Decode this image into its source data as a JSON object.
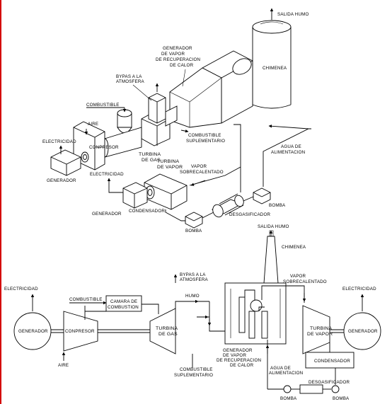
{
  "iso": {
    "salida_humo": "SALIDA HUMO",
    "generador_vapor": [
      "GENERADOR",
      "DE VAPOR",
      "DE RECUPERACION",
      "DE CALOR"
    ],
    "chimenea": "CHIMENEA",
    "bypass": [
      "BYPAS A LA",
      "ATMOSFERA"
    ],
    "combustible": "COMBUSTIBLE",
    "aire": "AIRE",
    "electricidad_1": "ELECTRICIDAD",
    "compresor": "CONPRESOR",
    "turbina_gas": [
      "TURBINA",
      "DE GAS"
    ],
    "combustible_supl": [
      "COMBUSTIBLE",
      "SUPLEMENTARIO"
    ],
    "agua_alim": [
      "AGUA DE",
      "ALIMENTACION"
    ],
    "generador_1": "GENERADOR",
    "electricidad_2": "ELECTRICIDAD",
    "turbina_vapor": [
      "TURBINA",
      "DE VAPOR"
    ],
    "vapor_sobre": [
      "VAPOR",
      "SOBRECALENTADO"
    ],
    "generador_2": "GENERADOR",
    "condensador": "CONDENSADOR",
    "bomba_1": "BOMBA",
    "desgasificador": "DESGASIFICADOR",
    "bomba_2": "BOMBA"
  },
  "schem": {
    "salida_humo": "SALIDA HUMO",
    "chimenea": "CHIMENEA",
    "bypass": [
      "BYPAS A LA",
      "ATMOSFERA"
    ],
    "vapor_sobre": [
      "VAPOR",
      "SOBRECALENTADO"
    ],
    "electricidad_l": "ELECTRICIDAD",
    "electricidad_r": "ELECTRICIDAD",
    "combustible": "COMBUSTIBLE",
    "camara": [
      "CAMARA DE",
      "COMBUSTION"
    ],
    "humo": "HUMO",
    "generador_l": "GENERADOR",
    "compresor": "CONPRESOR",
    "turbina_gas": [
      "TURBINA",
      "DE GAS"
    ],
    "turbina_vapor": [
      "TURBINA",
      "DE VAPOR"
    ],
    "generador_r": "GENERADOR",
    "aire": "AIRE",
    "generador_vapor": [
      "GENERADOR",
      "DE VAPOR",
      "DE RECUPERACION",
      "DE CALOR"
    ],
    "condensador": "CONDENSADOR",
    "agua_alim": [
      "AGUA DE",
      "ALIMENTACION"
    ],
    "desgasificador": "DESGASIFICADOR",
    "combustible_supl": [
      "COMBUSTIBLE",
      "SUPLEMENTARIO"
    ],
    "bomba_l": "BOMBA",
    "bomba_r": "BOMBA"
  }
}
